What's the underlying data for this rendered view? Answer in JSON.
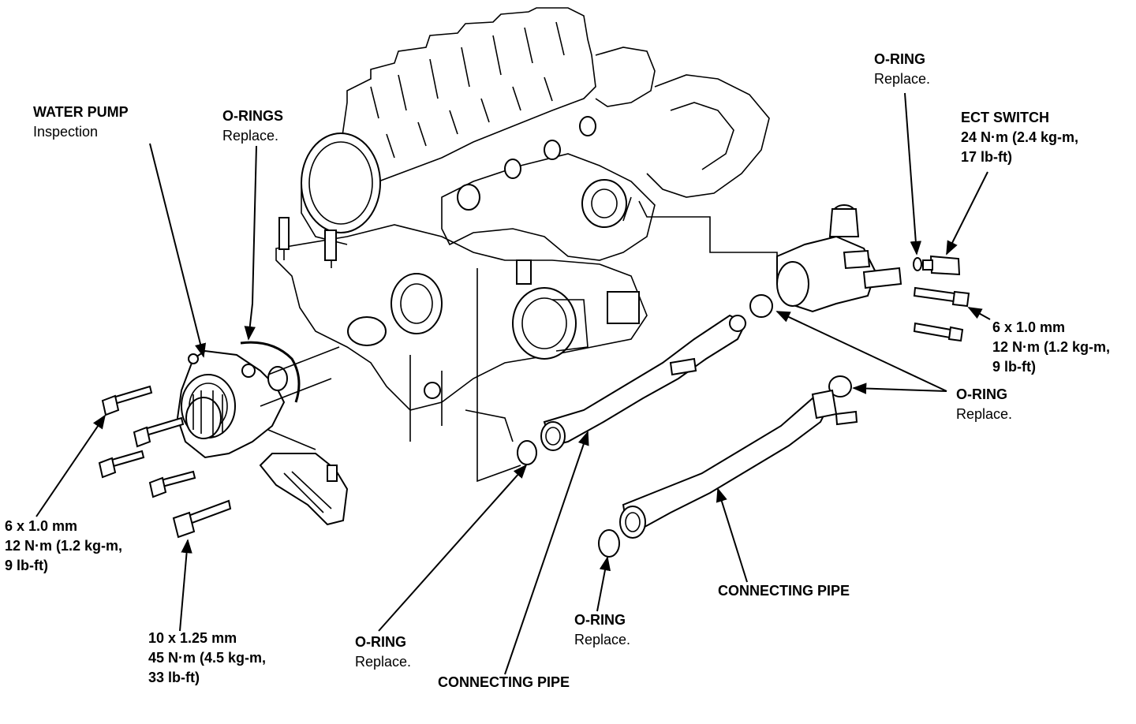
{
  "labels": {
    "water_pump": {
      "title": "WATER PUMP",
      "sub": "Inspection"
    },
    "o_rings_top": {
      "title": "O-RINGS",
      "sub": "Replace."
    },
    "o_ring_top_right": {
      "title": "O-RING",
      "sub": "Replace."
    },
    "ect_switch": {
      "title": "ECT SWITCH",
      "l2": "24 N·m (2.4 kg-m,",
      "l3": "17 lb-ft)"
    },
    "bolt_right": {
      "l1": "6 x 1.0 mm",
      "l2": "12 N·m (1.2 kg-m,",
      "l3": "9 lb-ft)"
    },
    "o_ring_right": {
      "title": "O-RING",
      "sub": "Replace."
    },
    "bolt_left": {
      "l1": "6 x 1.0 mm",
      "l2": "12 N·m (1.2 kg-m,",
      "l3": "9 lb-ft)"
    },
    "bolt_bottom": {
      "l1": "10 x 1.25 mm",
      "l2": "45 N·m (4.5 kg-m,",
      "l3": "33 lb-ft)"
    },
    "o_ring_bottom_left": {
      "title": "O-RING",
      "sub": "Replace."
    },
    "connecting_pipe_bottom": {
      "title": "CONNECTING PIPE"
    },
    "o_ring_bottom_mid": {
      "title": "O-RING",
      "sub": "Replace."
    },
    "connecting_pipe_right": {
      "title": "CONNECTING PIPE"
    }
  },
  "colors": {
    "ink": "#000000",
    "paper": "#ffffff"
  }
}
